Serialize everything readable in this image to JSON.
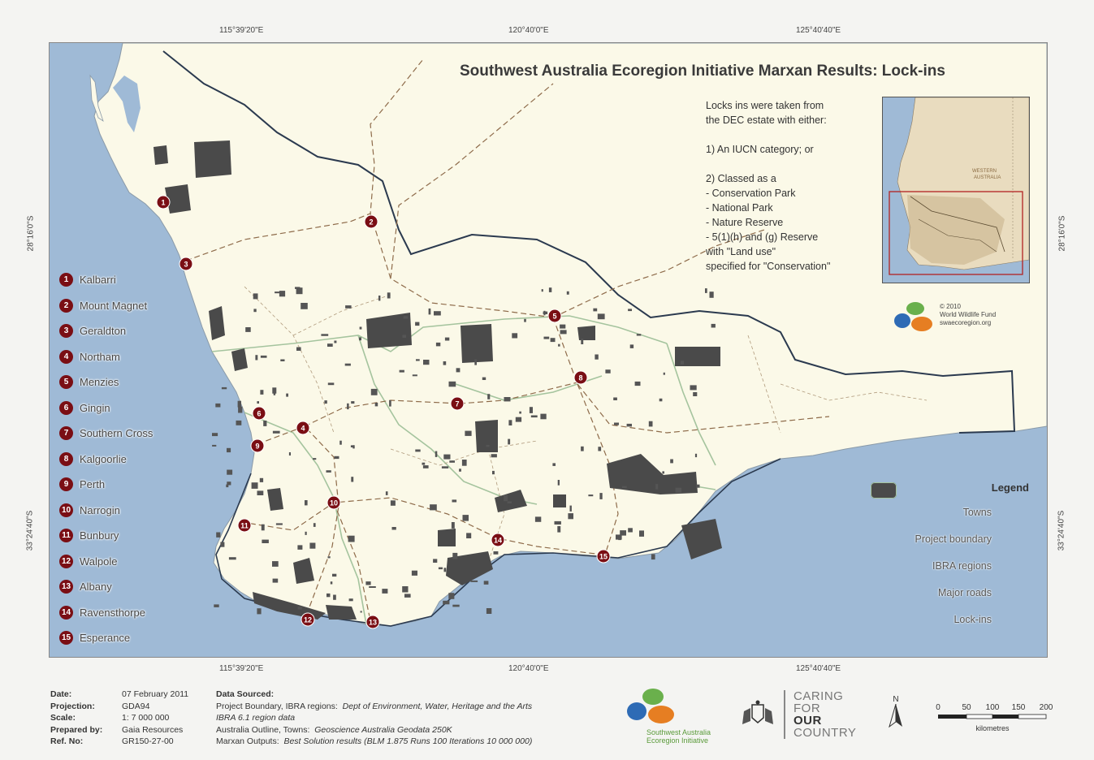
{
  "map": {
    "title": "Southwest Australia Ecoregion Initiative Marxan Results:  Lock-ins",
    "graticule": {
      "top": [
        "115°39'20\"E",
        "120°40'0\"E",
        "125°40'40\"E"
      ],
      "bottom": [
        "115°39'20\"E",
        "120°40'0\"E",
        "125°40'40\"E"
      ],
      "left": [
        "28°16'0\"S",
        "33°24'40\"S"
      ],
      "right": [
        "28°16'0\"S",
        "33°24'40\"S"
      ]
    },
    "criteria": [
      "Locks ins were taken from",
      "the DEC estate with either:",
      "",
      "1) An IUCN category; or",
      "",
      "2) Classed as a",
      "-  Conservation Park",
      "-  National Park",
      "-  Nature Reserve",
      "-  5(1)(h) and (g) Reserve",
      "with \"Land use\"",
      "specified for \"Conservation\""
    ],
    "inset_label": [
      "WESTERN",
      "AUSTRALIA"
    ],
    "copyright": [
      "© 2010",
      "World Wildlife Fund",
      "swaecoregion.org"
    ]
  },
  "towns": [
    {
      "n": "1",
      "name": "Kalbarri"
    },
    {
      "n": "2",
      "name": "Mount Magnet"
    },
    {
      "n": "3",
      "name": "Geraldton"
    },
    {
      "n": "4",
      "name": "Northam"
    },
    {
      "n": "5",
      "name": "Menzies"
    },
    {
      "n": "6",
      "name": "Gingin"
    },
    {
      "n": "7",
      "name": "Southern Cross"
    },
    {
      "n": "8",
      "name": "Kalgoorlie"
    },
    {
      "n": "9",
      "name": "Perth"
    },
    {
      "n": "10",
      "name": "Narrogin"
    },
    {
      "n": "11",
      "name": "Bunbury"
    },
    {
      "n": "12",
      "name": "Walpole"
    },
    {
      "n": "13",
      "name": "Albany"
    },
    {
      "n": "14",
      "name": "Ravensthorpe"
    },
    {
      "n": "15",
      "name": "Esperance"
    }
  ],
  "legend": {
    "title": "Legend",
    "items": [
      "Towns",
      "Project boundary",
      "IBRA regions",
      "Major roads",
      "Lock-ins"
    ]
  },
  "colors": {
    "ocean": "#9fbad6",
    "land": "#fbf9e8",
    "lockin": "#4a4a4a",
    "town": "#7a0e14",
    "boundary": "#2b3a4f",
    "ibra": "#a5c49e"
  },
  "info": {
    "date_label": "Date:",
    "date": "07 February 2011",
    "projection_label": "Projection:",
    "projection": "GDA94",
    "scale_label": "Scale:",
    "scale": "1: 7 000 000",
    "prepared_label": "Prepared by:",
    "prepared": "Gaia Resources",
    "ref_label": "Ref. No:",
    "ref": "GR150-27-00",
    "sourced_title": "Data Sourced:",
    "src1a": "Project Boundary, IBRA regions:",
    "src1b": "Dept of Environment, Water, Heritage and the Arts",
    "src2": "IBRA 6.1 region data",
    "src3a": "Australia Outline, Towns:",
    "src3b": "Geoscience Australia Geodata 250K",
    "src4a": "Marxan Outputs:",
    "src4b": "Best Solution results (BLM 1.875 Runs 100 Iterations 10 000 000)"
  },
  "logo_text": [
    "Southwest Australia",
    "Ecoregion Initiative"
  ],
  "caring": [
    "CARING",
    "FOR",
    "OUR",
    "COUNTRY"
  ],
  "north": "N",
  "scalebar": {
    "ticks": [
      "0",
      "50",
      "100",
      "150",
      "200"
    ],
    "unit": "kilometres"
  }
}
